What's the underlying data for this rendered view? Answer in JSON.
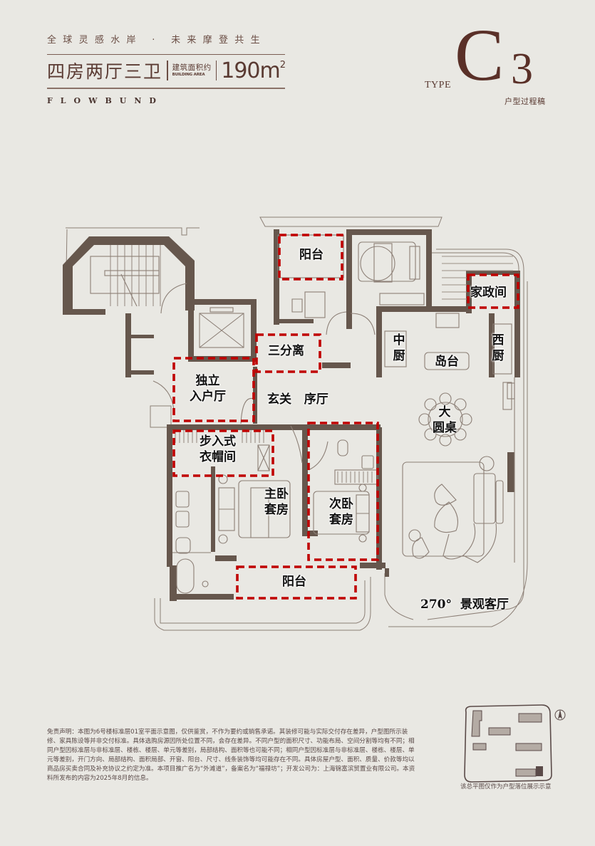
{
  "header": {
    "slogan": "全球灵感水岸 · 未来摩登共生",
    "unit_type": "四房两厅三卫",
    "area_label_cn": "建筑面积约",
    "area_label_en": "BUILDING AREA",
    "area_value": "190m",
    "area_unit_sup": "2",
    "brand": "FLOWBUND"
  },
  "type_badge": {
    "prefix": "TYPE",
    "letter": "C",
    "number": "3",
    "subtitle": "户型过程稿"
  },
  "colors": {
    "background": "#e9e8e3",
    "wall": "#66574d",
    "line": "#8c7f76",
    "highlight_dash": "#c00000",
    "title_text": "#5a3a32"
  },
  "rooms": [
    {
      "id": "balcony-north",
      "label": "阳台"
    },
    {
      "id": "housekeeping",
      "label": "家政间"
    },
    {
      "id": "chinese-kitchen",
      "label": "中\n厨"
    },
    {
      "id": "island",
      "label": "岛台"
    },
    {
      "id": "western-kitchen",
      "label": "西\n厨"
    },
    {
      "id": "three-separation-bath",
      "label": "三分离"
    },
    {
      "id": "private-foyer",
      "label": "独立\n入户厅"
    },
    {
      "id": "entrance-hall",
      "label": "玄关   序厅"
    },
    {
      "id": "round-table",
      "label": "大\n圆桌"
    },
    {
      "id": "walk-in-closet",
      "label": "步入式\n衣帽间"
    },
    {
      "id": "master-suite",
      "label": "主卧\n套房"
    },
    {
      "id": "second-suite",
      "label": "次卧\n套房"
    },
    {
      "id": "balcony-south",
      "label": "阳台"
    },
    {
      "id": "living-room",
      "label": "270°  景观客厅"
    }
  ],
  "disclaimer": "免责声明：本图为6号楼标准层01室平面示意图，仅供鉴赏，不作为要约或销售承诺。其装修可能与实际交付存在差异，户型图所示装修、家具陈设等并非交付标准。具体选购房源因所处位置不同，会存在差异。不同户型的面积尺寸、功能布局、空间分割等均有不同；相同户型因标准层与非标准层、楼栋、楼层、单元等差别，局部结构、面积等也可能不同；相同户型因标准层与非标准层、楼栋、楼层、单元等差别，开门方向、局部结构、面积局部、开窗、阳台、尺寸、线条装饰等均可能存在不同。具体房屋户型、面积、质量、价款等均以商品房买卖合同及补充协议之约定为准。本项目推广名为“外滩道”，备案名为“福禄坊”；开发公司为：上海锦富滨贸置业有限公司。本资料所发布的内容为2025年8月的信息。",
  "site_plan": {
    "caption": "该总平图仅作为户型落位展示示意",
    "compass": "north-arrow"
  }
}
